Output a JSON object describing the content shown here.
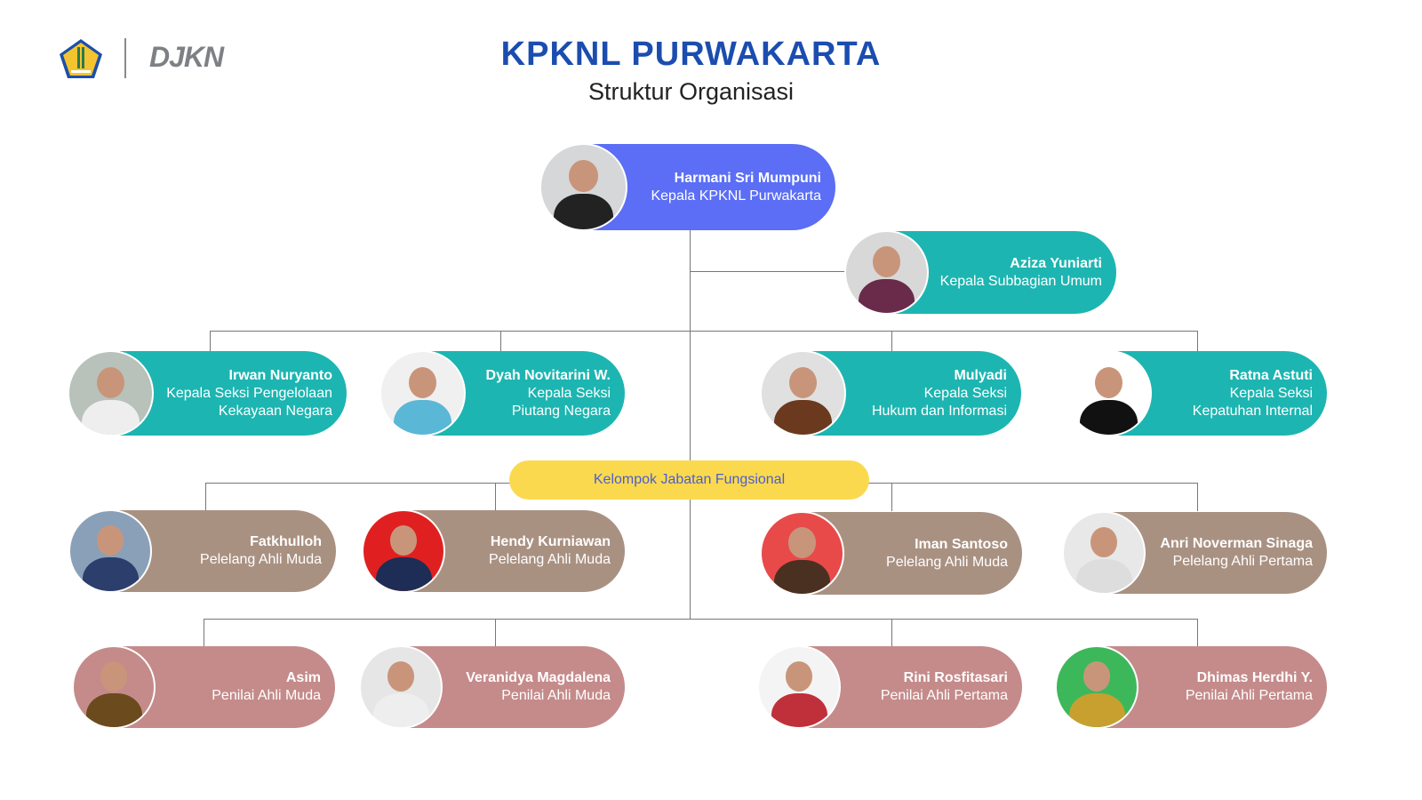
{
  "header": {
    "logo_text": "DJKN",
    "title": "KPKNL PURWAKARTA",
    "subtitle": "Struktur Organisasi"
  },
  "colors": {
    "head": "#5b6ef5",
    "section": "#1db5b1",
    "pelelang": "#a99182",
    "penilai": "#c48b8a",
    "fungsional": "#fbd94f"
  },
  "fungsional_label": "Kelompok Jabatan Fungsional",
  "people": [
    {
      "name": "Harmani Sri Mumpuni",
      "role": [
        "Kepala KPKNL Purwakarta"
      ],
      "group": "head"
    },
    {
      "name": "Aziza Yuniarti",
      "role": [
        "Kepala Subbagian Umum"
      ],
      "group": "section"
    },
    {
      "name": "Irwan Nuryanto",
      "role": [
        "Kepala Seksi Pengelolaan",
        "Kekayaan Negara"
      ],
      "group": "section"
    },
    {
      "name": "Dyah Novitarini W.",
      "role": [
        "Kepala Seksi",
        "Piutang Negara"
      ],
      "group": "section"
    },
    {
      "name": "Mulyadi",
      "role": [
        "Kepala Seksi",
        "Hukum dan Informasi"
      ],
      "group": "section"
    },
    {
      "name": "Ratna Astuti",
      "role": [
        "Kepala Seksi",
        "Kepatuhan Internal"
      ],
      "group": "section"
    },
    {
      "name": "Fatkhulloh",
      "role": [
        "Pelelang Ahli Muda"
      ],
      "group": "pelelang"
    },
    {
      "name": "Hendy Kurniawan",
      "role": [
        "Pelelang Ahli Muda"
      ],
      "group": "pelelang"
    },
    {
      "name": "Iman Santoso",
      "role": [
        "Pelelang Ahli Muda"
      ],
      "group": "pelelang"
    },
    {
      "name": "Anri Noverman Sinaga",
      "role": [
        "Pelelang Ahli Pertama"
      ],
      "group": "pelelang"
    },
    {
      "name": "Asim",
      "role": [
        "Penilai Ahli Muda"
      ],
      "group": "penilai"
    },
    {
      "name": "Veranidya Magdalena",
      "role": [
        "Penilai Ahli Muda"
      ],
      "group": "penilai"
    },
    {
      "name": "Rini Rosfitasari",
      "role": [
        "Penilai Ahli Pertama"
      ],
      "group": "penilai"
    },
    {
      "name": "Dhimas Herdhi Y.",
      "role": [
        "Penilai Ahli Pertama"
      ],
      "group": "penilai"
    }
  ]
}
